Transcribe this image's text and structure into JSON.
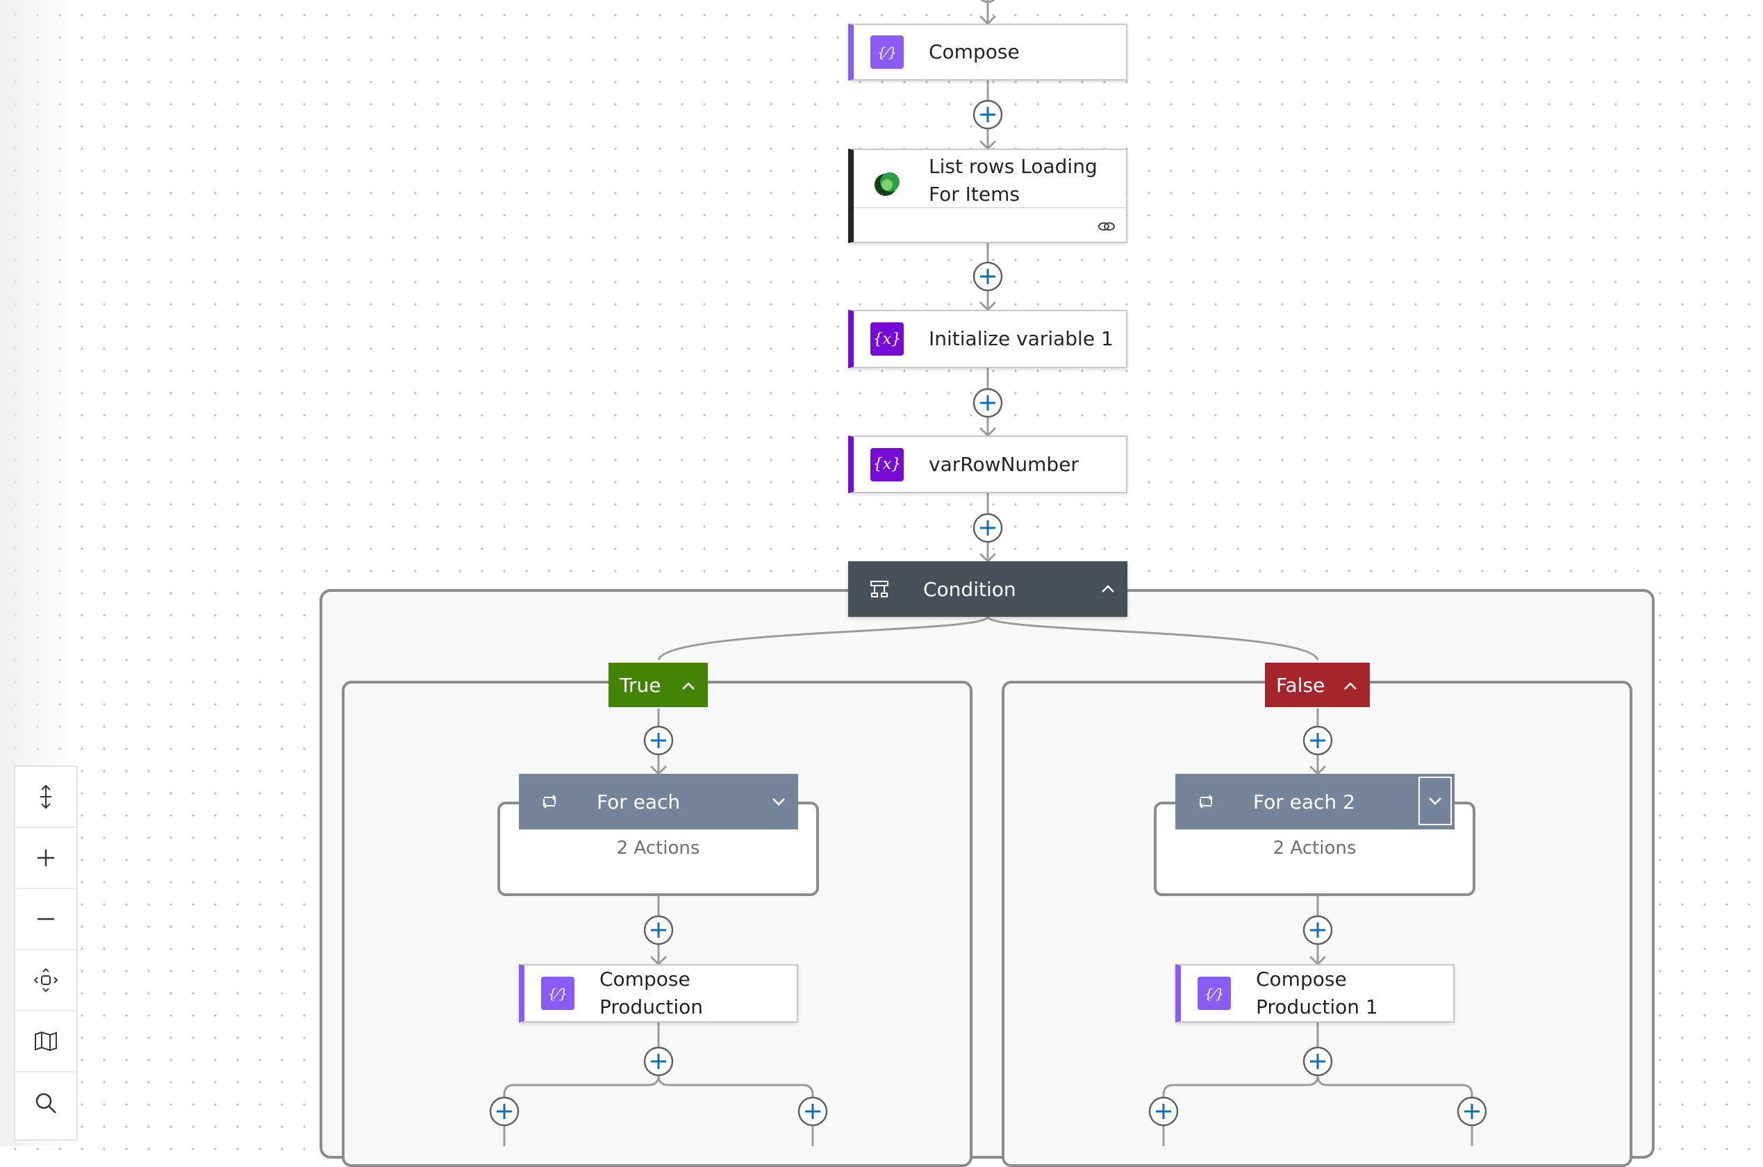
{
  "flow": {
    "compose": "Compose",
    "list_rows": "List rows Loading For Items",
    "init_var": "Initialize variable 1",
    "var_row": "varRowNumber",
    "condition": "Condition"
  },
  "branches": {
    "true_label": "True",
    "false_label": "False"
  },
  "true_branch": {
    "loop_title": "For each",
    "loop_count": "2 Actions",
    "compose": "Compose Production"
  },
  "false_branch": {
    "loop_title": "For each 2",
    "loop_count": "2 Actions",
    "compose": "Compose Production 1"
  },
  "icons": {
    "compose": "compose-expression-icon",
    "dataverse": "dataverse-icon",
    "variable": "variable-icon",
    "condition": "condition-icon",
    "loop": "loop-icon",
    "link": "link-icon",
    "expand": "chevron-up-icon",
    "collapse": "chevron-down-icon",
    "add": "add-step-icon",
    "toolbar": [
      "fit-vertical-icon",
      "zoom-in-icon",
      "zoom-out-icon",
      "fit-view-icon",
      "minimap-icon",
      "search-icon"
    ]
  },
  "colors": {
    "compose": "#8a5cf5",
    "variable": "#770bd6",
    "condition": "#484f58",
    "true": "#438407",
    "false": "#a4262c",
    "loop": "#76849a",
    "dataverse_bar": "#242424",
    "plus": "#0f6cbd"
  }
}
